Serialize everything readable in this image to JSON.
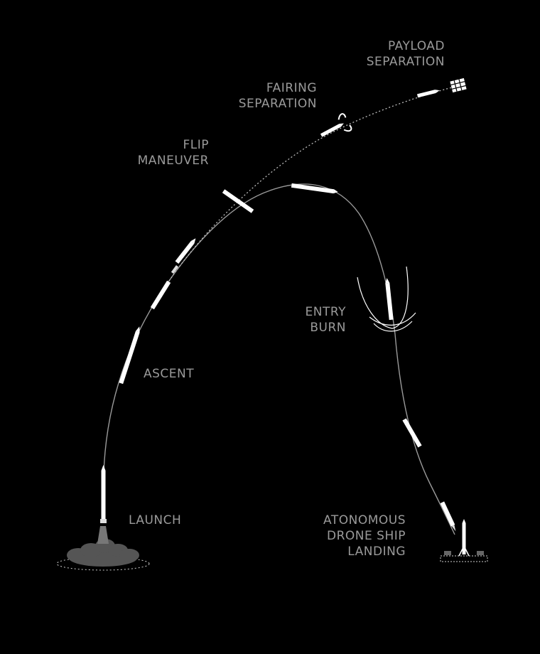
{
  "labels": {
    "payload_separation": [
      "PAYLOAD",
      "SEPARATION"
    ],
    "fairing_separation": [
      "FAIRING",
      "SEPARATION"
    ],
    "flip_maneuver": [
      "FLIP",
      "MANEUVER"
    ],
    "entry_burn": [
      "ENTRY",
      "BURN"
    ],
    "ascent": "ASCENT",
    "launch": "LAUNCH",
    "drone_ship_landing": [
      "ATONOMOUS",
      "DRONE SHIP",
      "LANDING"
    ]
  },
  "colors": {
    "background": "#000000",
    "label": "#9a9a9a",
    "trajectory": "#9a9a9a",
    "rocket": "#ffffff",
    "exhaust_cloud": "#555555"
  }
}
